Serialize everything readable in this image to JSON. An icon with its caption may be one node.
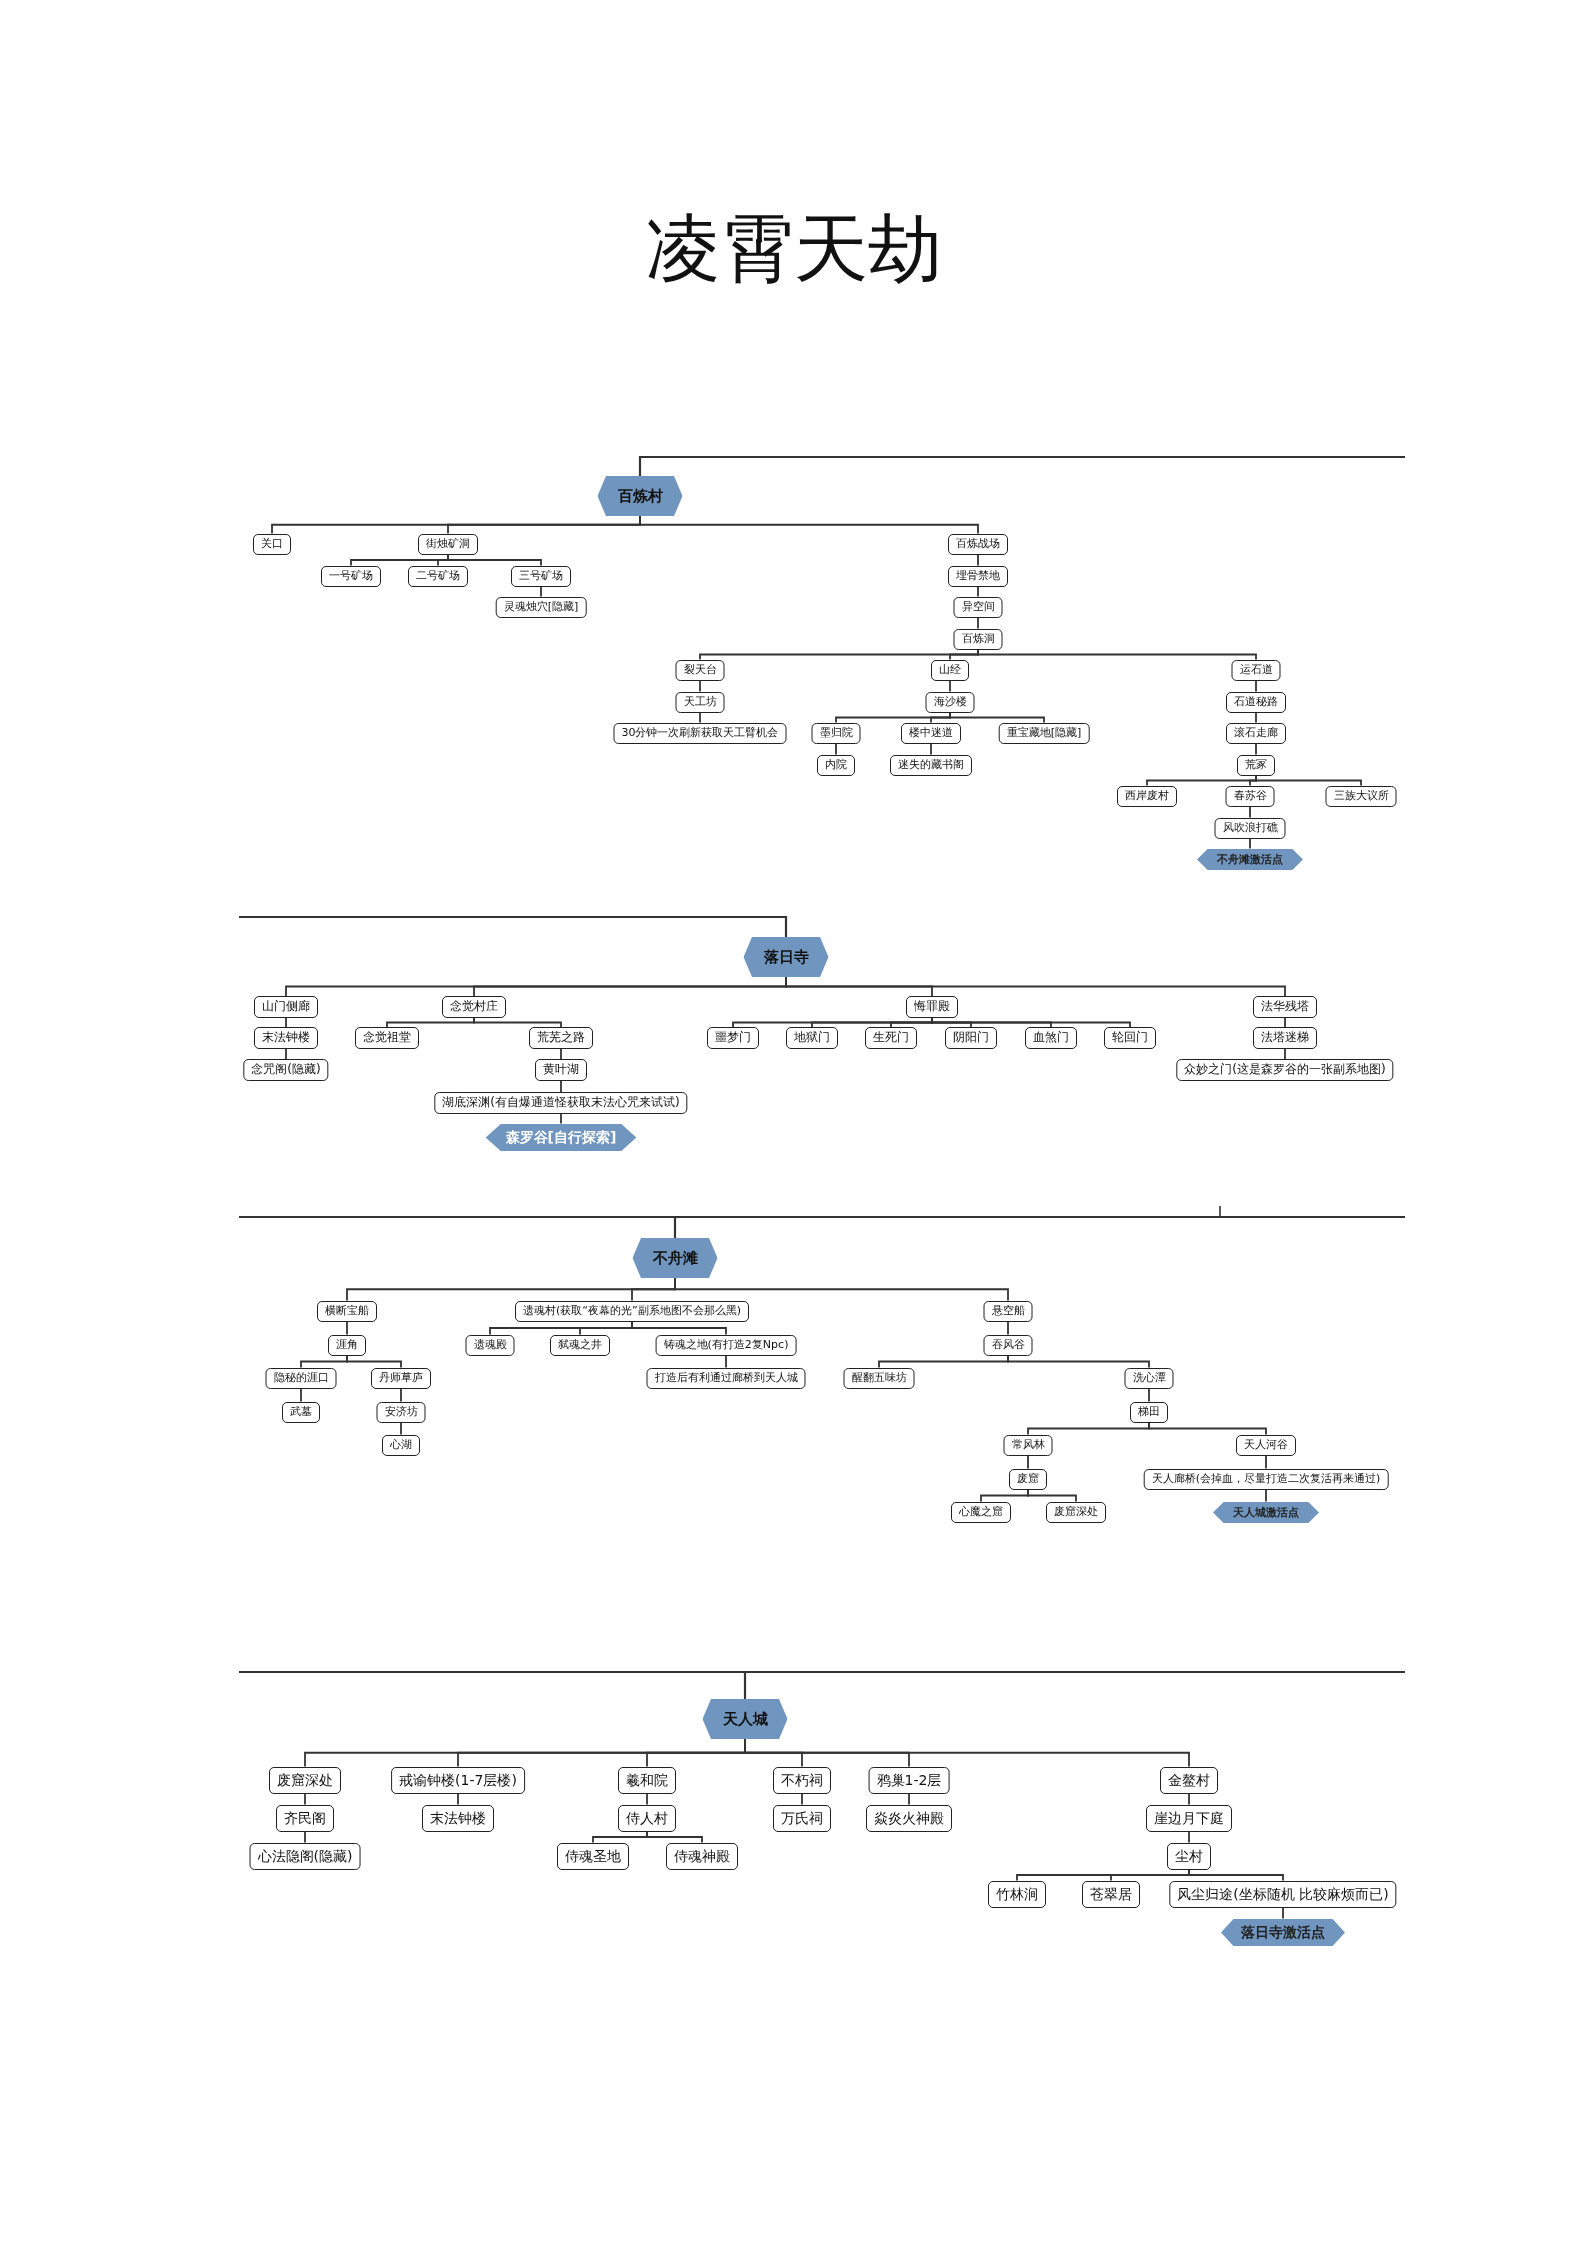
{
  "diagram": {
    "title": "凌霄天劫",
    "nodes": [
      {
        "text": [
          "百炼村"
        ]
      },
      {
        "text": [
          "关口"
        ]
      },
      {
        "text": [
          "街烛矿洞"
        ]
      },
      {
        "text": [
          "一号矿场"
        ]
      },
      {
        "text": [
          "二号矿场"
        ]
      },
      {
        "text": [
          "三号矿场"
        ]
      },
      {
        "text": [
          "灵魂烛穴[隐藏]"
        ]
      },
      {
        "text": [
          "百炼战场"
        ]
      },
      {
        "text": [
          "埋骨禁地"
        ]
      },
      {
        "text": [
          "异空间"
        ]
      },
      {
        "text": [
          "百炼洞"
        ]
      },
      {
        "text": [
          "裂天台"
        ]
      },
      {
        "text": [
          "天工坊"
        ]
      },
      {
        "text": [
          "30分钟一次刷新获取天工臂机会"
        ]
      },
      {
        "text": [
          "山经"
        ]
      },
      {
        "text": [
          "海沙楼"
        ]
      },
      {
        "text": [
          "墨归院"
        ]
      },
      {
        "text": [
          "内院"
        ]
      },
      {
        "text": [
          "楼中迷道"
        ]
      },
      {
        "text": [
          "迷失的藏书阁"
        ]
      },
      {
        "text": [
          "重宝藏地[隐藏]"
        ]
      },
      {
        "text": [
          "运石道"
        ]
      },
      {
        "text": [
          "石道秘路"
        ]
      },
      {
        "text": [
          "滚石走廊"
        ]
      },
      {
        "text": [
          "荒冢"
        ]
      },
      {
        "text": [
          "西岸废村"
        ]
      },
      {
        "text": [
          "春苏谷"
        ]
      },
      {
        "text": [
          "三族大议所"
        ]
      },
      {
        "text": [
          "风吹浪打礁"
        ]
      },
      {
        "text": [
          "不舟滩激活点"
        ]
      },
      {
        "text": [
          "落日寺"
        ]
      },
      {
        "text": [
          "山门侧廊"
        ]
      },
      {
        "text": [
          "末法钟楼"
        ]
      },
      {
        "text": [
          "念咒阁(隐藏)"
        ]
      },
      {
        "text": [
          "念觉村庄"
        ]
      },
      {
        "text": [
          "念觉祖堂"
        ]
      },
      {
        "text": [
          "荒芜之路"
        ]
      },
      {
        "text": [
          "黄叶湖"
        ]
      },
      {
        "text": [
          "湖底深渊(有自爆通道怪获取末法心咒来试试)"
        ]
      },
      {
        "text": [
          "森罗谷[自行探索]"
        ]
      },
      {
        "text": [
          "悔罪殿"
        ]
      },
      {
        "text": [
          "噩梦门"
        ]
      },
      {
        "text": [
          "地狱门"
        ]
      },
      {
        "text": [
          "生死门"
        ]
      },
      {
        "text": [
          "阴阳门"
        ]
      },
      {
        "text": [
          "血煞门"
        ]
      },
      {
        "text": [
          "轮回门"
        ]
      },
      {
        "text": [
          "法华残塔"
        ]
      },
      {
        "text": [
          "法塔迷梯"
        ]
      },
      {
        "text": [
          "众妙之门(这是森罗谷的一张副系地图)"
        ]
      },
      {
        "text": [
          "不舟滩"
        ]
      },
      {
        "text": [
          "横断宝船"
        ]
      },
      {
        "text": [
          "涯角"
        ]
      },
      {
        "text": [
          "隐秘的涯口"
        ]
      },
      {
        "text": [
          "武墓"
        ]
      },
      {
        "text": [
          "丹师草庐"
        ]
      },
      {
        "text": [
          "安济坊"
        ]
      },
      {
        "text": [
          "心湖"
        ]
      },
      {
        "text": [
          "遗魂村(获取“夜幕的光”副系地图不会那么黑)"
        ]
      },
      {
        "text": [
          "遗魂殿"
        ]
      },
      {
        "text": [
          "弑魂之井"
        ]
      },
      {
        "text": [
          "铸魂之地(有打造2复Npc)"
        ]
      },
      {
        "text": [
          "打造后有利通过廊桥到天人城"
        ]
      },
      {
        "text": [
          "悬空船"
        ]
      },
      {
        "text": [
          "吞风谷"
        ]
      },
      {
        "text": [
          "醒翻五味坊"
        ]
      },
      {
        "text": [
          "洗心潭"
        ]
      },
      {
        "text": [
          "梯田"
        ]
      },
      {
        "text": [
          "常风林"
        ]
      },
      {
        "text": [
          "废窟"
        ]
      },
      {
        "text": [
          "心魔之窟"
        ]
      },
      {
        "text": [
          "废窟深处"
        ]
      },
      {
        "text": [
          "天人河谷"
        ]
      },
      {
        "text": [
          "天人廊桥(会掉血，尽量打造二次复活再来通过)"
        ]
      },
      {
        "text": [
          "天人城激活点"
        ]
      },
      {
        "text": [
          "天人城"
        ]
      },
      {
        "text": [
          "废窟深处"
        ]
      },
      {
        "text": [
          "齐民阁"
        ]
      },
      {
        "text": [
          "心法隐阁(隐藏)"
        ]
      },
      {
        "text": [
          "戒谕钟楼(1-7层楼)"
        ]
      },
      {
        "text": [
          "末法钟楼"
        ]
      },
      {
        "text": [
          "羲和院"
        ]
      },
      {
        "text": [
          "侍人村"
        ]
      },
      {
        "text": [
          "侍魂圣地"
        ]
      },
      {
        "text": [
          "侍魂神殿"
        ]
      },
      {
        "text": [
          "不朽祠"
        ]
      },
      {
        "text": [
          "万氏祠"
        ]
      },
      {
        "text": [
          "鸦巢1-2层"
        ]
      },
      {
        "text": [
          "焱炎火神殿"
        ]
      },
      {
        "text": [
          "金鳌村"
        ]
      },
      {
        "text": [
          "崖边月下庭"
        ]
      },
      {
        "text": [
          "尘村"
        ]
      },
      {
        "text": [
          "竹林涧"
        ]
      },
      {
        "text": [
          "苍翠居"
        ]
      },
      {
        "text": [
          "风尘归途(坐标随机 比较麻烦而已)"
        ]
      },
      {
        "text": [
          "落日寺激活点"
        ]
      }
    ],
    "edges": [
      {
        "from": 0,
        "to": 1,
        "arrow": "none"
      },
      {
        "from": 0,
        "to": 2,
        "arrow": "none"
      },
      {
        "from": 0,
        "to": 7,
        "arrow": "none"
      },
      {
        "from": 2,
        "to": 3,
        "arrow": "none"
      },
      {
        "from": 2,
        "to": 4,
        "arrow": "none"
      },
      {
        "from": 2,
        "to": 5,
        "arrow": "none"
      },
      {
        "from": 5,
        "to": 6,
        "arrow": "none"
      },
      {
        "from": 7,
        "to": 8,
        "arrow": "none"
      },
      {
        "from": 8,
        "to": 9,
        "arrow": "none"
      },
      {
        "from": 9,
        "to": 10,
        "arrow": "none"
      },
      {
        "from": 10,
        "to": 11,
        "arrow": "none"
      },
      {
        "from": 10,
        "to": 14,
        "arrow": "none"
      },
      {
        "from": 10,
        "to": 21,
        "arrow": "none"
      },
      {
        "from": 11,
        "to": 12,
        "arrow": "none"
      },
      {
        "from": 12,
        "to": 13,
        "arrow": "none"
      },
      {
        "from": 14,
        "to": 15,
        "arrow": "none"
      },
      {
        "from": 15,
        "to": 16,
        "arrow": "none"
      },
      {
        "from": 15,
        "to": 18,
        "arrow": "none"
      },
      {
        "from": 15,
        "to": 20,
        "arrow": "none"
      },
      {
        "from": 16,
        "to": 17,
        "arrow": "none"
      },
      {
        "from": 18,
        "to": 19,
        "arrow": "none"
      },
      {
        "from": 21,
        "to": 22,
        "arrow": "none"
      },
      {
        "from": 22,
        "to": 23,
        "arrow": "none"
      },
      {
        "from": 23,
        "to": 24,
        "arrow": "none"
      },
      {
        "from": 24,
        "to": 25,
        "arrow": "none"
      },
      {
        "from": 24,
        "to": 26,
        "arrow": "none"
      },
      {
        "from": 24,
        "to": 27,
        "arrow": "none"
      },
      {
        "from": 26,
        "to": 28,
        "arrow": "none"
      },
      {
        "from": 28,
        "to": 29,
        "arrow": "none"
      },
      {
        "from": 30,
        "to": 31,
        "arrow": "none"
      },
      {
        "from": 30,
        "to": 34,
        "arrow": "none"
      },
      {
        "from": 30,
        "to": 40,
        "arrow": "none"
      },
      {
        "from": 30,
        "to": 47,
        "arrow": "none"
      },
      {
        "from": 31,
        "to": 32,
        "arrow": "none"
      },
      {
        "from": 32,
        "to": 33,
        "arrow": "none"
      },
      {
        "from": 34,
        "to": 35,
        "arrow": "none"
      },
      {
        "from": 34,
        "to": 36,
        "arrow": "none"
      },
      {
        "from": 36,
        "to": 37,
        "arrow": "none"
      },
      {
        "from": 37,
        "to": 38,
        "arrow": "none"
      },
      {
        "from": 38,
        "to": 39,
        "arrow": "none"
      },
      {
        "from": 40,
        "to": 41,
        "arrow": "none"
      },
      {
        "from": 40,
        "to": 42,
        "arrow": "none"
      },
      {
        "from": 40,
        "to": 43,
        "arrow": "none"
      },
      {
        "from": 40,
        "to": 44,
        "arrow": "none"
      },
      {
        "from": 40,
        "to": 45,
        "arrow": "none"
      },
      {
        "from": 40,
        "to": 46,
        "arrow": "none"
      },
      {
        "from": 47,
        "to": 48,
        "arrow": "none"
      },
      {
        "from": 48,
        "to": 49,
        "arrow": "none"
      },
      {
        "from": 50,
        "to": 51,
        "arrow": "none"
      },
      {
        "from": 50,
        "to": 58,
        "arrow": "none"
      },
      {
        "from": 50,
        "to": 63,
        "arrow": "none"
      },
      {
        "from": 51,
        "to": 52,
        "arrow": "none"
      },
      {
        "from": 52,
        "to": 53,
        "arrow": "none"
      },
      {
        "from": 52,
        "to": 55,
        "arrow": "none"
      },
      {
        "from": 53,
        "to": 54,
        "arrow": "none"
      },
      {
        "from": 55,
        "to": 56,
        "arrow": "none"
      },
      {
        "from": 56,
        "to": 57,
        "arrow": "none"
      },
      {
        "from": 58,
        "to": 59,
        "arrow": "none"
      },
      {
        "from": 58,
        "to": 60,
        "arrow": "none"
      },
      {
        "from": 58,
        "to": 61,
        "arrow": "none"
      },
      {
        "from": 61,
        "to": 62,
        "arrow": "none"
      },
      {
        "from": 63,
        "to": 64,
        "arrow": "none"
      },
      {
        "from": 64,
        "to": 65,
        "arrow": "none"
      },
      {
        "from": 64,
        "to": 66,
        "arrow": "none"
      },
      {
        "from": 66,
        "to": 67,
        "arrow": "none"
      },
      {
        "from": 67,
        "to": 68,
        "arrow": "none"
      },
      {
        "from": 67,
        "to": 72,
        "arrow": "none"
      },
      {
        "from": 68,
        "to": 69,
        "arrow": "none"
      },
      {
        "from": 69,
        "to": 70,
        "arrow": "none"
      },
      {
        "from": 69,
        "to": 71,
        "arrow": "none"
      },
      {
        "from": 72,
        "to": 73,
        "arrow": "none"
      },
      {
        "from": 73,
        "to": 74,
        "arrow": "none"
      },
      {
        "from": 75,
        "to": 76,
        "arrow": "none"
      },
      {
        "from": 75,
        "to": 79,
        "arrow": "none"
      },
      {
        "from": 75,
        "to": 81,
        "arrow": "none"
      },
      {
        "from": 75,
        "to": 85,
        "arrow": "none"
      },
      {
        "from": 75,
        "to": 87,
        "arrow": "none"
      },
      {
        "from": 75,
        "to": 89,
        "arrow": "none"
      },
      {
        "from": 76,
        "to": 77,
        "arrow": "none"
      },
      {
        "from": 77,
        "to": 78,
        "arrow": "none"
      },
      {
        "from": 79,
        "to": 80,
        "arrow": "none"
      },
      {
        "from": 81,
        "to": 82,
        "arrow": "none"
      },
      {
        "from": 82,
        "to": 83,
        "arrow": "none"
      },
      {
        "from": 82,
        "to": 84,
        "arrow": "none"
      },
      {
        "from": 85,
        "to": 86,
        "arrow": "none"
      },
      {
        "from": 87,
        "to": 88,
        "arrow": "none"
      },
      {
        "from": 89,
        "to": 90,
        "arrow": "none"
      },
      {
        "from": 90,
        "to": 91,
        "arrow": "none"
      },
      {
        "from": 91,
        "to": 92,
        "arrow": "none"
      },
      {
        "from": 91,
        "to": 93,
        "arrow": "none"
      },
      {
        "from": 91,
        "to": 94,
        "arrow": "none"
      },
      {
        "from": 94,
        "to": 95,
        "arrow": "none"
      },
      {
        "from": 0,
        "to": null,
        "arrow": "none"
      },
      {
        "from": null,
        "to": 30,
        "arrow": "none"
      },
      {
        "from": null,
        "to": 50,
        "arrow": "none"
      },
      {
        "from": null,
        "to": 75,
        "arrow": "none"
      }
    ]
  }
}
